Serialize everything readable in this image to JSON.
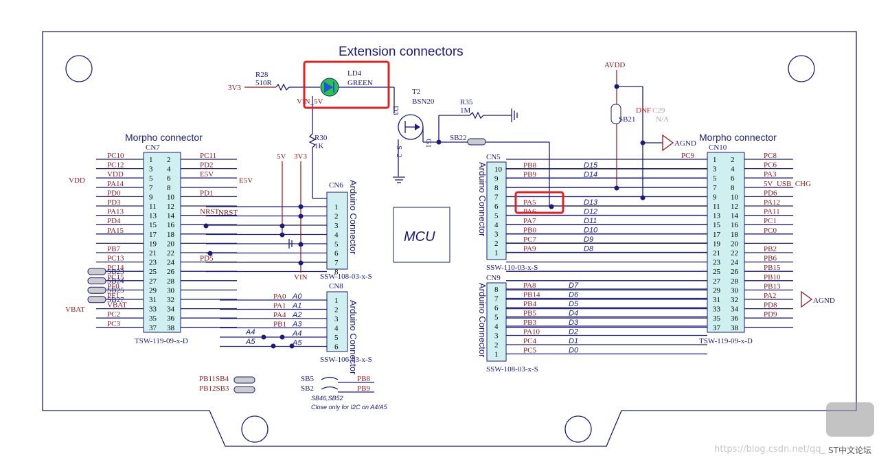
{
  "title": "Extension connectors",
  "mcu_label": "MCU",
  "cn7": {
    "header": "Morpho connector",
    "ref": "CN7",
    "part": "TSW-119-09-x-D",
    "pins_left": [
      "1",
      "3",
      "5",
      "7",
      "9",
      "11",
      "13",
      "15",
      "17",
      "19",
      "21",
      "23",
      "25",
      "27",
      "29",
      "31",
      "33",
      "35",
      "37"
    ],
    "pins_right": [
      "2",
      "4",
      "6",
      "8",
      "10",
      "12",
      "14",
      "16",
      "18",
      "20",
      "22",
      "24",
      "26",
      "28",
      "30",
      "32",
      "34",
      "36",
      "38"
    ],
    "labels_left": [
      "PC10",
      "PC12",
      "VDD",
      "PA14",
      "PD0",
      "PD3",
      "PA13",
      "PD4",
      "PA15",
      "",
      "PB7",
      "PC13",
      "PC14",
      "PC15",
      "PF0",
      "PF1",
      "VBAT",
      "PC2",
      "PC3"
    ],
    "labels_right": [
      "PC11",
      "PD2",
      "E5V",
      "",
      "PD1",
      "",
      "NRST",
      "",
      "",
      "",
      "",
      "PD5",
      "",
      "",
      "",
      "",
      "",
      "",
      ""
    ]
  },
  "cn10": {
    "header": "Morpho connector",
    "ref": "CN10",
    "part": "TSW-119-09-x-D",
    "pins_left": [
      "1",
      "3",
      "5",
      "7",
      "9",
      "11",
      "13",
      "15",
      "17",
      "19",
      "21",
      "23",
      "25",
      "27",
      "29",
      "31",
      "33",
      "35",
      "37"
    ],
    "pins_right": [
      "2",
      "4",
      "6",
      "8",
      "10",
      "12",
      "14",
      "16",
      "18",
      "20",
      "22",
      "24",
      "26",
      "28",
      "30",
      "32",
      "34",
      "36",
      "38"
    ],
    "labels_left": [
      "PC9"
    ],
    "labels_right": [
      "PC8",
      "PC6",
      "PA3",
      "5V_USB_CHG",
      "PD6",
      "PA12",
      "PA11",
      "PC1",
      "PC0",
      "",
      "PB2",
      "PB6",
      "PB15",
      "PB10",
      "PB13",
      "PA2",
      "PD8",
      "PD9",
      ""
    ]
  },
  "cn6": {
    "ref": "CN6",
    "title": "Arduino Connector",
    "part": "SSW-108-03-x-S",
    "pins": [
      "1",
      "2",
      "3",
      "4",
      "5",
      "6",
      "7",
      "8"
    ]
  },
  "cn8": {
    "ref": "CN8",
    "title": "Arduino Connector",
    "part": "SSW-106-03-x-S",
    "pins": [
      "1",
      "2",
      "3",
      "4",
      "5",
      "6"
    ],
    "signals": [
      "PA0",
      "PA1",
      "PA4",
      "PB1"
    ],
    "arduino": [
      "A0",
      "A1",
      "A2",
      "A3",
      "A4",
      "A5"
    ]
  },
  "cn5": {
    "ref": "CN5",
    "title": "Arduino Connector",
    "part": "SSW-110-03-x-S",
    "pins": [
      "10",
      "9",
      "8",
      "7",
      "6",
      "5",
      "4",
      "3",
      "2",
      "1"
    ],
    "signals": [
      "PB8",
      "PB9",
      "",
      "",
      "PA5",
      "PA6",
      "PA7",
      "PB0",
      "PC7",
      "PA9"
    ],
    "arduino": [
      "D15",
      "D14",
      "",
      "",
      "D13",
      "D12",
      "D11",
      "D10",
      "D9",
      "D8"
    ]
  },
  "cn9": {
    "ref": "CN9",
    "title": "Arduino Connector",
    "part": "SSW-108-03-x-S",
    "pins": [
      "8",
      "7",
      "6",
      "5",
      "4",
      "3",
      "2",
      "1"
    ],
    "signals": [
      "PA8",
      "PB14",
      "PB4",
      "PB5",
      "PB3",
      "PA10",
      "PC4",
      "PC5"
    ],
    "arduino": [
      "D7",
      "D6",
      "D5",
      "D4",
      "D3",
      "D2",
      "D1",
      "D0"
    ]
  },
  "components": {
    "r28": {
      "ref": "R28",
      "value": "510R"
    },
    "ld4": {
      "ref": "LD4",
      "value": "GREEN"
    },
    "r30": {
      "ref": "R30",
      "value": "1K"
    },
    "t2": {
      "ref": "T2",
      "value": "BSN20"
    },
    "r35": {
      "ref": "R35",
      "value": "1M"
    },
    "sb21": "SB21",
    "sb22": "SB22",
    "c29": {
      "ref": "C29",
      "value": "N/A",
      "note": "DNF"
    },
    "d3_label": "D3",
    "g1_label": "G1",
    "s2_label": "2",
    "s_label": "S"
  },
  "nets": {
    "v3v3": "3V3",
    "vin5v": "VIN_5V",
    "avdd": "AVDD",
    "agnd": "AGND",
    "v5v": "5V",
    "vin": "VIN",
    "nrst": "NRST",
    "vdd": "VDD",
    "vbat": "VBAT",
    "e5v": "E5V"
  },
  "solder_bridges_left": [
    "SB23",
    "SB24",
    "SB25",
    "SB27"
  ],
  "bottom": {
    "sb4": "PB11SB4",
    "sb3": "PB12SB3",
    "sb5": "SB5",
    "sb2": "SB2",
    "pb8": "PB8",
    "pb9": "PB9",
    "a4": "A4",
    "a5": "A5",
    "note1": "SB46,SB52",
    "note2": "Close only for I2C on A4/A5"
  },
  "watermark": "https://blog.csdn.net/qq_",
  "watermark_logo": "ST中文论坛",
  "highlight_color": "#e02020"
}
